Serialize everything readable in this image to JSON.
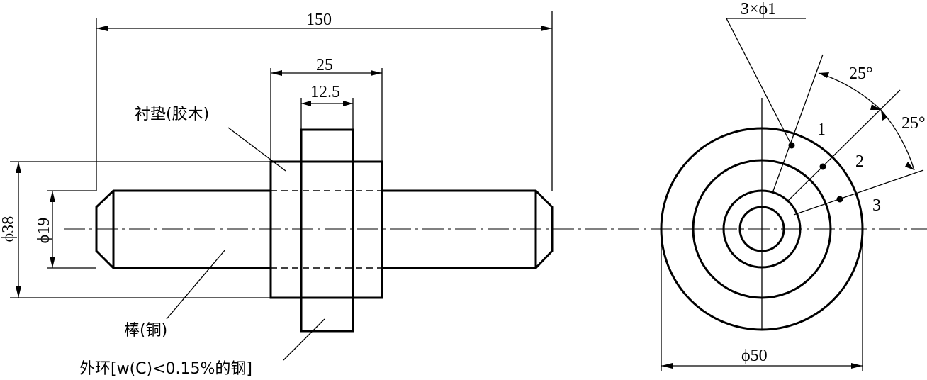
{
  "dimensions": {
    "length": "150",
    "pad_width": "25",
    "ring_width": "12.5",
    "pad_dia": "ϕ38",
    "rod_dia": "ϕ19",
    "outer_dia": "ϕ50",
    "holes": "3×ϕ1",
    "angle_1": "25°",
    "angle_2": "25°"
  },
  "points": [
    "1",
    "2",
    "3"
  ],
  "labels": {
    "pad": "衬垫(胶木)",
    "rod": "棒(铜)",
    "outer_ring": "外环[w(C)<0.15%的钢]"
  }
}
